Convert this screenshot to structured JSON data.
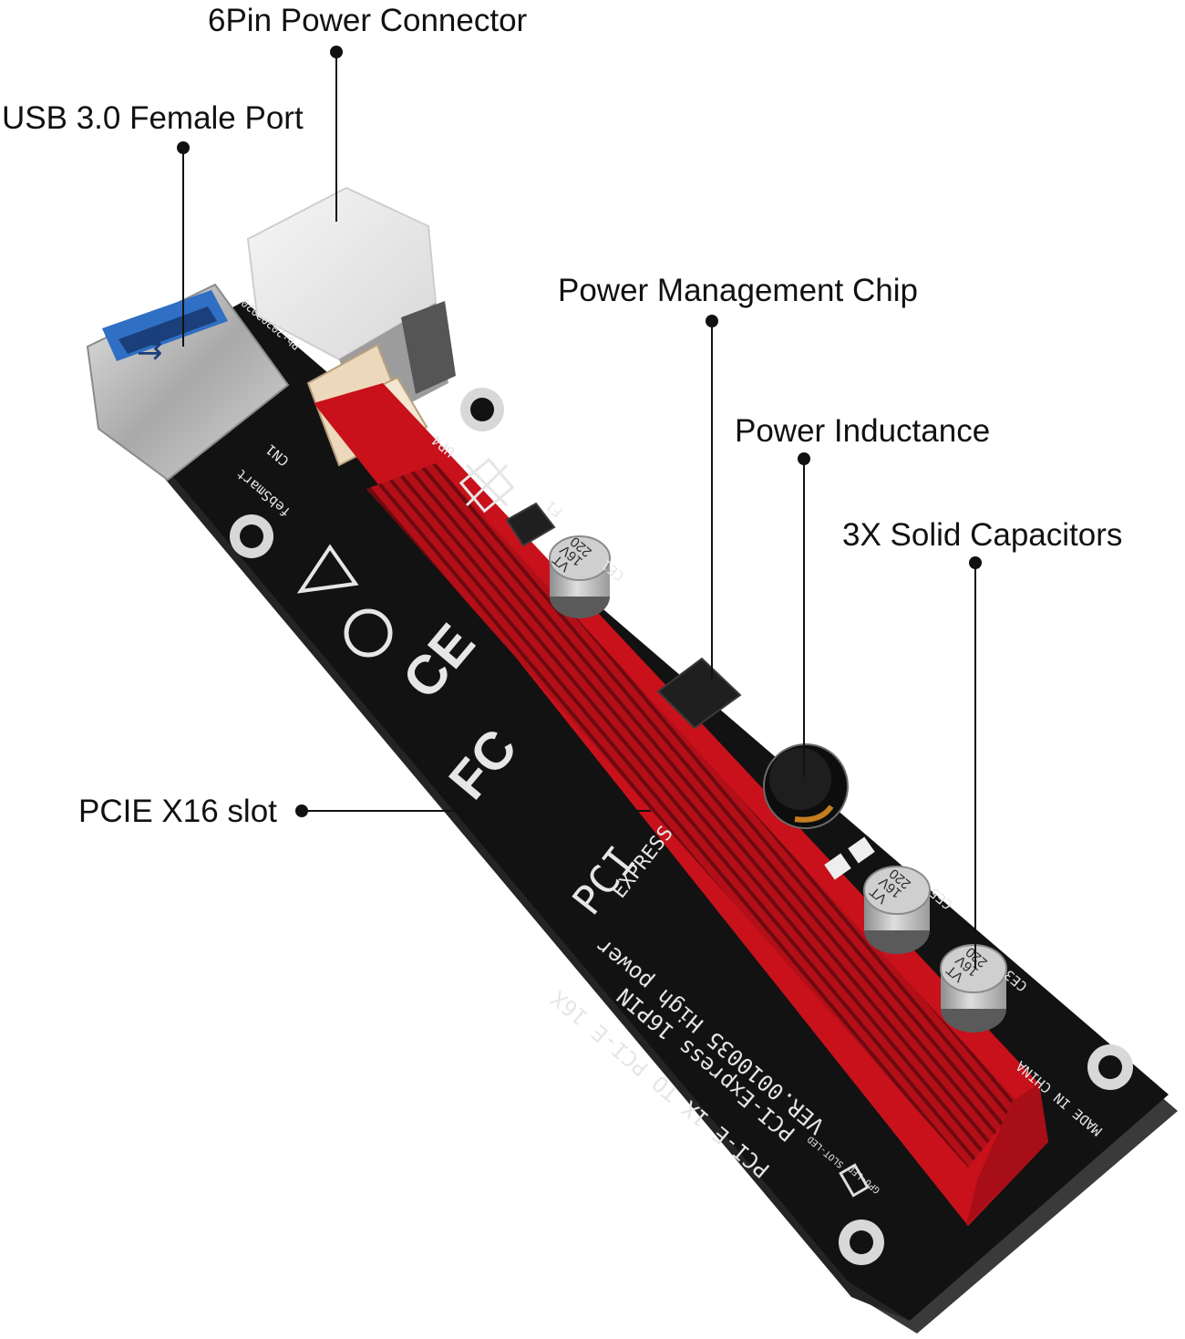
{
  "callouts": {
    "power_connector": "6Pin Power Connector",
    "usb_port": "USB 3.0 Female Port",
    "power_chip": "Power Management Chip",
    "inductance": "Power Inductance",
    "capacitors": "3X Solid Capacitors",
    "pcie_slot": "PCIE X16 slot"
  },
  "board": {
    "line1": "PCI-E 1X TO PCI-E 16X",
    "line2": "PCI-Express 16PIN",
    "line3": "VER.0010035 High power",
    "made_in": "MADE IN CHINA",
    "brand": "febSmart",
    "pci_logo": "PCI",
    "express_logo": "EXPRESS",
    "cn1": "CN1",
    "up4": "UP4",
    "ce1": "CE1",
    "ce3": "CE3",
    "ce5": "CE5",
    "f1": "F1",
    "slot_led": "SLOT-LED",
    "gpu_led": "GPU-LED",
    "cap_value": "220",
    "cap_voltage": "16V",
    "cap_brand": "VT",
    "date_code": "Pb:20202020"
  },
  "colors": {
    "board": "#121212",
    "slot": "#c8111b",
    "connector": "#eceaea",
    "latch": "#ecd9bc",
    "usb_metal": "#b9b9b9",
    "text": "#111111"
  }
}
